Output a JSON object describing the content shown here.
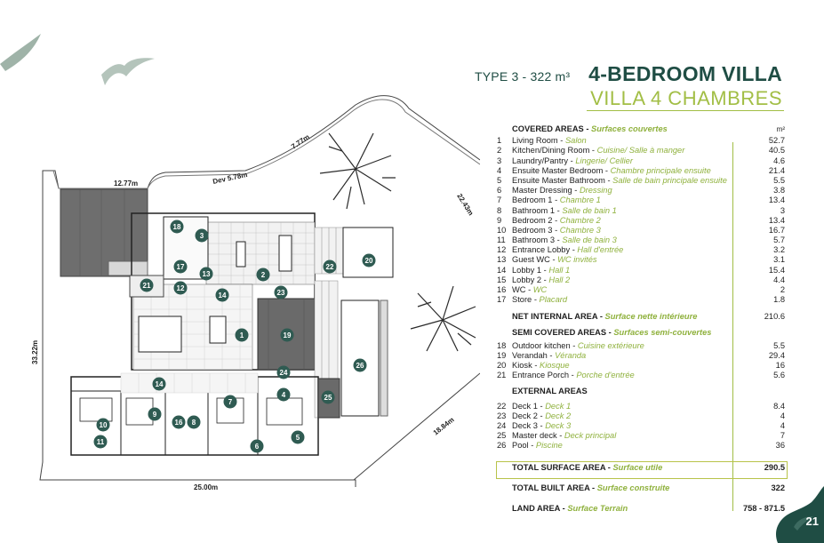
{
  "header": {
    "type_label": "TYPE 3 - 322 m³",
    "title": "4-BEDROOM VILLA",
    "subtitle": "VILLA 4 CHAMBRES"
  },
  "plan": {
    "dims": {
      "top_left": "12.77m",
      "dev": "Dev 5.78m",
      "top_right": "7.77m",
      "right_top": "22.43m",
      "right_bottom": "18.84m",
      "bottom": "25.00m",
      "left": "33.22m"
    },
    "markers": [
      "1",
      "2",
      "3",
      "4",
      "5",
      "6",
      "7",
      "8",
      "9",
      "10",
      "11",
      "12",
      "13",
      "14",
      "14",
      "16",
      "17",
      "18",
      "19",
      "20",
      "21",
      "22",
      "23",
      "24",
      "25",
      "26"
    ]
  },
  "table": {
    "unit": "m²",
    "covered_heading": {
      "en": "COVERED AREAS",
      "fr": "Surfaces couvertes"
    },
    "covered": [
      {
        "n": "1",
        "en": "Living Room",
        "fr": "Salon",
        "v": "52.7"
      },
      {
        "n": "2",
        "en": "Kitchen/Dining Room",
        "fr": "Cuisine/ Salle à manger",
        "v": "40.5"
      },
      {
        "n": "3",
        "en": "Laundry/Pantry",
        "fr": "Lingerie/ Cellier",
        "v": "4.6"
      },
      {
        "n": "4",
        "en": "Ensuite Master Bedroom",
        "fr": "Chambre principale ensuite",
        "v": "21.4"
      },
      {
        "n": "5",
        "en": "Ensuite Master Bathroom",
        "fr": "Salle de bain principale ensuite",
        "v": "5.5"
      },
      {
        "n": "6",
        "en": "Master Dressing",
        "fr": "Dressing",
        "v": "3.8"
      },
      {
        "n": "7",
        "en": "Bedroom 1",
        "fr": "Chambre 1",
        "v": "13.4"
      },
      {
        "n": "8",
        "en": "Bathroom 1",
        "fr": "Salle de bain 1",
        "v": "3"
      },
      {
        "n": "9",
        "en": "Bedroom 2",
        "fr": "Chambre 2",
        "v": "13.4"
      },
      {
        "n": "10",
        "en": "Bedroom 3",
        "fr": "Chambre 3",
        "v": "16.7"
      },
      {
        "n": "11",
        "en": "Bathroom 3",
        "fr": "Salle de bain 3",
        "v": "5.7"
      },
      {
        "n": "12",
        "en": "Entrance Lobby",
        "fr": "Hall d'entrée",
        "v": "3.2"
      },
      {
        "n": "13",
        "en": "Guest WC",
        "fr": "WC invités",
        "v": "3.1"
      },
      {
        "n": "14",
        "en": "Lobby 1",
        "fr": "Hall 1",
        "v": "15.4"
      },
      {
        "n": "15",
        "en": "Lobby 2",
        "fr": "Hall 2",
        "v": "4.4"
      },
      {
        "n": "16",
        "en": "WC",
        "fr": "WC",
        "v": "2"
      },
      {
        "n": "17",
        "en": "Store",
        "fr": "Placard",
        "v": "1.8"
      }
    ],
    "net": {
      "en": "NET INTERNAL AREA",
      "fr": "Surface nette intérieure",
      "v": "210.6"
    },
    "semi_heading": {
      "en": "SEMI COVERED AREAS",
      "fr": "Surfaces semi-couvertes"
    },
    "semi": [
      {
        "n": "18",
        "en": "Outdoor kitchen",
        "fr": "Cuisine extérieure",
        "v": "5.5"
      },
      {
        "n": "19",
        "en": "Verandah",
        "fr": "Véranda",
        "v": "29.4"
      },
      {
        "n": "20",
        "en": "Kiosk",
        "fr": "Kiosque",
        "v": "16"
      },
      {
        "n": "21",
        "en": "Entrance Porch",
        "fr": "Porche d'entrée",
        "v": "5.6"
      }
    ],
    "ext_heading": {
      "en": "EXTERNAL AREAS"
    },
    "ext": [
      {
        "n": "22",
        "en": "Deck 1",
        "fr": "Deck 1",
        "v": "8.4"
      },
      {
        "n": "23",
        "en": "Deck 2",
        "fr": "Deck 2",
        "v": "4"
      },
      {
        "n": "24",
        "en": "Deck 3",
        "fr": "Deck 3",
        "v": "4"
      },
      {
        "n": "25",
        "en": "Master deck",
        "fr": "Deck principal",
        "v": "7"
      },
      {
        "n": "26",
        "en": "Pool",
        "fr": "Piscine",
        "v": "36"
      }
    ],
    "total_surface": {
      "en": "TOTAL SURFACE AREA",
      "fr": "Surface utile",
      "v": "290.5"
    },
    "total_built": {
      "en": "TOTAL BUILT AREA",
      "fr": "Surface construite",
      "v": "322"
    },
    "land": {
      "en": "LAND AREA",
      "fr": "Surface Terrain",
      "v": "758 - 871.5"
    }
  },
  "page_number": "21",
  "colors": {
    "dark_green": "#1f4d44",
    "lime": "#a2be45",
    "marker": "#2f5b52"
  }
}
